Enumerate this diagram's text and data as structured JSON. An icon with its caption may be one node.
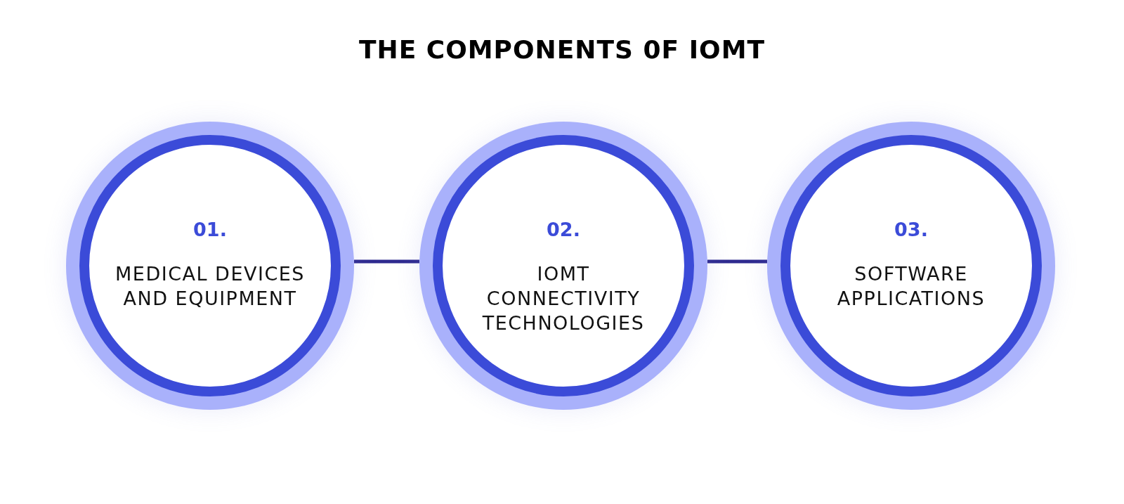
{
  "diagram": {
    "title": "THE COMPONENTS 0F IOMT",
    "nodes": [
      {
        "text": [
          "01.",
          "MEDICAL DEVICES AND EQUIPMENT"
        ]
      },
      {
        "text": [
          "02.",
          "IOMT CONNECTIVITY TECHNOLOGIES"
        ]
      },
      {
        "text": [
          "03.",
          "SOFTWARE APPLICATIONS"
        ]
      }
    ],
    "edges": [
      {
        "from": 0,
        "to": 1,
        "arrow": "none"
      },
      {
        "from": 1,
        "to": 2,
        "arrow": "none"
      }
    ]
  }
}
